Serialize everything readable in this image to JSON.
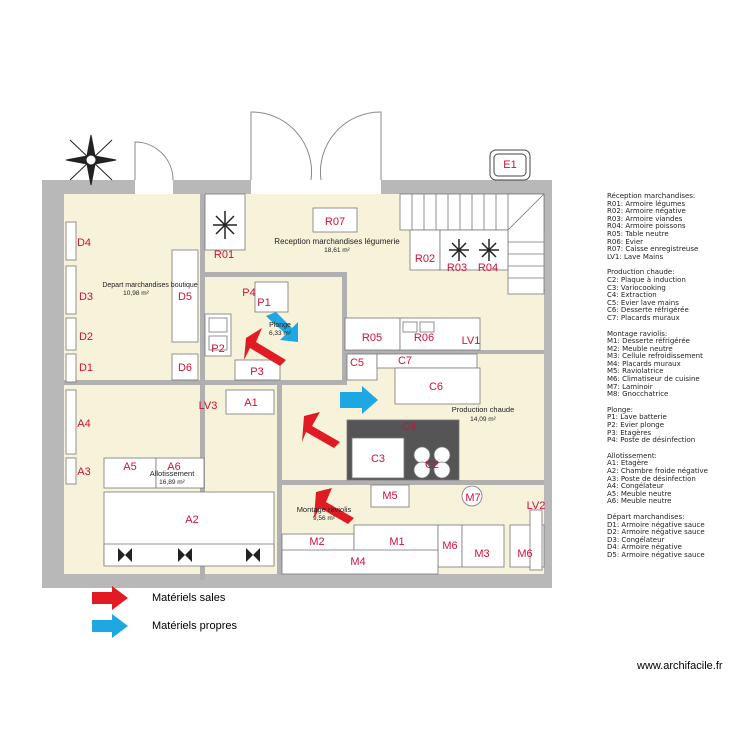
{
  "colors": {
    "room_fill": "#f7f3da",
    "wall": "#b0b0b0",
    "label_red": "#d0103a",
    "arrow_dirty": "#e01b24",
    "arrow_clean": "#1ea7e1",
    "text_dark": "#222222"
  },
  "rooms": {
    "reception": {
      "name": "Reception marchandises légumerie",
      "area": "18,61 m²"
    },
    "depart": {
      "name": "Depart marchandises boutique",
      "area": "10,98 m²"
    },
    "plonge": {
      "name": "Plonge",
      "area": "6,33 m²"
    },
    "production": {
      "name": "Production chaude",
      "area": "14,09 m²"
    },
    "allotissement": {
      "name": "Allotissement",
      "area": "16,89 m²"
    },
    "montage": {
      "name": "Montage raviolis",
      "area": "9,56 m²"
    }
  },
  "labels": {
    "E1": "E1",
    "R07": "R07",
    "R01": "R01",
    "R02": "R02",
    "R03": "R03",
    "R04": "R04",
    "R05": "R05",
    "R06": "R06",
    "LV1": "LV1",
    "P4": "P4",
    "P1": "P1",
    "P2": "P2",
    "P3": "P3",
    "D1": "D1",
    "D2": "D2",
    "D3": "D3",
    "D4": "D4",
    "D5": "D5",
    "D6": "D6",
    "LV3": "LV3",
    "A1": "A1",
    "A2": "A2",
    "A3": "A3",
    "A4": "A4",
    "A5": "A5",
    "A6": "A6",
    "C2": "C2",
    "C3": "C3",
    "C4": "C4",
    "C5": "C5",
    "C6": "C6",
    "C7": "C7",
    "M1": "M1",
    "M2": "M2",
    "M3": "M3",
    "M4": "M4",
    "M5": "M5",
    "M6a": "M6",
    "M6b": "M6",
    "M7": "M7",
    "LV2": "LV2"
  },
  "arrow_legend": {
    "dirty": "Matériels sales",
    "clean": "Matériels propres"
  },
  "legend": [
    {
      "title": "Réception marchandises:",
      "items": [
        "R01: Armoire légumes",
        "R02: Armoire négative",
        "R03: Armoire viandes",
        "R04: Armoire poissons",
        "R05: Table neutre",
        "R06: Evier",
        "R07: Caisse enregistreuse",
        "LV1: Lave Mains"
      ]
    },
    {
      "title": "Production chaude:",
      "items": [
        "C2: Plaque à induction",
        "C3: Variocooking",
        "C4: Extraction",
        "C5: Evier lave mains",
        "C6: Desserte réfrigérée",
        "C7: Placards muraux"
      ]
    },
    {
      "title": "Montage raviolis:",
      "items": [
        "M1: Desserte réfrigérée",
        "M2: Meuble neutre",
        "M3: Cellule refroidissement",
        "M4: Placards muraux",
        "M5: Raviolatrice",
        "M6: Climatiseur de cuisine",
        "M7: Laminoir",
        "M8: Gnocchatrice"
      ]
    },
    {
      "title": "Plonge:",
      "items": [
        "P1: Lave batterie",
        "P2: Evier plonge",
        "P3: Etagères",
        "P4: Poste de désinfection"
      ]
    },
    {
      "title": "Allotissement:",
      "items": [
        "A1: Etagère",
        "A2: Chambre froide négative",
        "A3: Poste de désinfection",
        "A4: Congélateur",
        "A5: Meuble neutre",
        "A6: Meuble neutre"
      ]
    },
    {
      "title": "Départ marchandises:",
      "items": [
        "D1: Armoire négative sauce",
        "D2: Armoire négative sauce",
        "D3: Congélateur",
        "D4: Armoire négative",
        "D5: Armoire négative sauce"
      ]
    }
  ],
  "watermark": "www.archifacile.fr"
}
